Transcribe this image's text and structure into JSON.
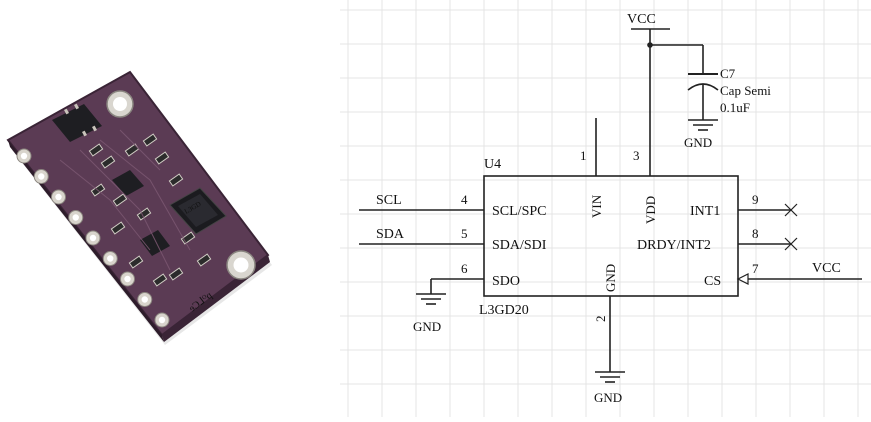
{
  "schematic": {
    "component": {
      "designator": "U4",
      "part": "L3GD20",
      "pins_left": [
        {
          "num": "4",
          "name": "SCL/SPC",
          "net": "SCL"
        },
        {
          "num": "5",
          "name": "SDA/SDI",
          "net": "SDA"
        },
        {
          "num": "6",
          "name": "SDO",
          "net": "GND"
        }
      ],
      "pins_top": [
        {
          "num": "1",
          "name": "VIN"
        },
        {
          "num": "3",
          "name": "VDD"
        }
      ],
      "pin_bottom": {
        "num": "2",
        "name": "GND"
      },
      "pins_right": [
        {
          "num": "9",
          "name": "INT1"
        },
        {
          "num": "8",
          "name": "DRDY/INT2"
        },
        {
          "num": "7",
          "name": "CS",
          "net": "VCC"
        }
      ]
    },
    "capacitor": {
      "designator": "C7",
      "type": "Cap Semi",
      "value": "0.1uF"
    },
    "power_labels": {
      "vcc_top": "VCC",
      "vcc_cs": "VCC",
      "gnd_cap": "GND",
      "gnd_sdo": "GND",
      "gnd_bottom": "GND"
    },
    "net_labels": {
      "scl": "SCL",
      "sda": "SDA"
    }
  },
  "photo": {
    "board_text": "ɘƆ⅃ᴼq",
    "colors": {
      "board": "#5a3a52",
      "pad": "#d8d4cc",
      "chip": "#1e1e22"
    }
  }
}
